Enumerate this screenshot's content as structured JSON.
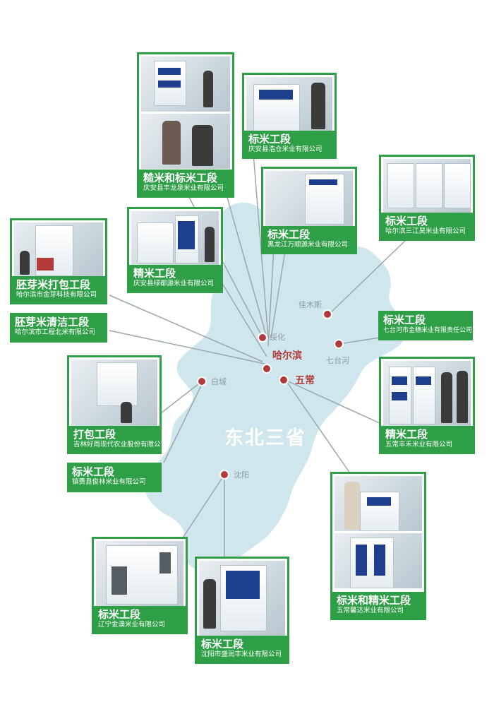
{
  "region_label": "东北三省",
  "colors": {
    "accent": "#2e9e47",
    "map_fill": "#cfe6ec",
    "dot": "#b23a3a",
    "line": "#9aa7ad"
  },
  "cities": {
    "jiamusi": "佳木斯",
    "suihua": "绥化",
    "harbin": "哈尔滨",
    "qitaihe": "七台河",
    "baicheng": "白城",
    "wuchang": "五常",
    "shenyang": "沈阳"
  },
  "cards": [
    {
      "title": "糙米和标米工段",
      "company": "庆安县丰龙泉米业有限公司"
    },
    {
      "title": "标米工段",
      "company": "庆安县浩仓米业有限公司"
    },
    {
      "title": "标米工段",
      "company": "黑龙江万顺源米业有限公司"
    },
    {
      "title": "标米工段",
      "company": "哈尔滨三江昊米业有限公司"
    },
    {
      "title": "胚芽米打包工段",
      "company": "哈尔滨市金芽科技有限公司"
    },
    {
      "title": "精米工段",
      "company": "庆安县绿都源米业有限公司"
    },
    {
      "title": "胚芽米清洁工段",
      "company": "哈尔滨市工程北米有限公司"
    },
    {
      "title": "标米工段",
      "company": "七台河市金穗米业有限责任公司"
    },
    {
      "title": "打包工段",
      "company": "吉林好雨现代农业股份有限公司"
    },
    {
      "title": "精米工段",
      "company": "五常丰禾米业有限公司"
    },
    {
      "title": "标米工段",
      "company": "镇赉县俊林米业有限公司"
    },
    {
      "title": "标米和精米工段",
      "company": "五常馨达米业有限公司"
    },
    {
      "title": "标米工段",
      "company": "辽宁金澳米业有限公司"
    },
    {
      "title": "标米工段",
      "company": "沈阳市盛润丰米业有限公司"
    }
  ]
}
